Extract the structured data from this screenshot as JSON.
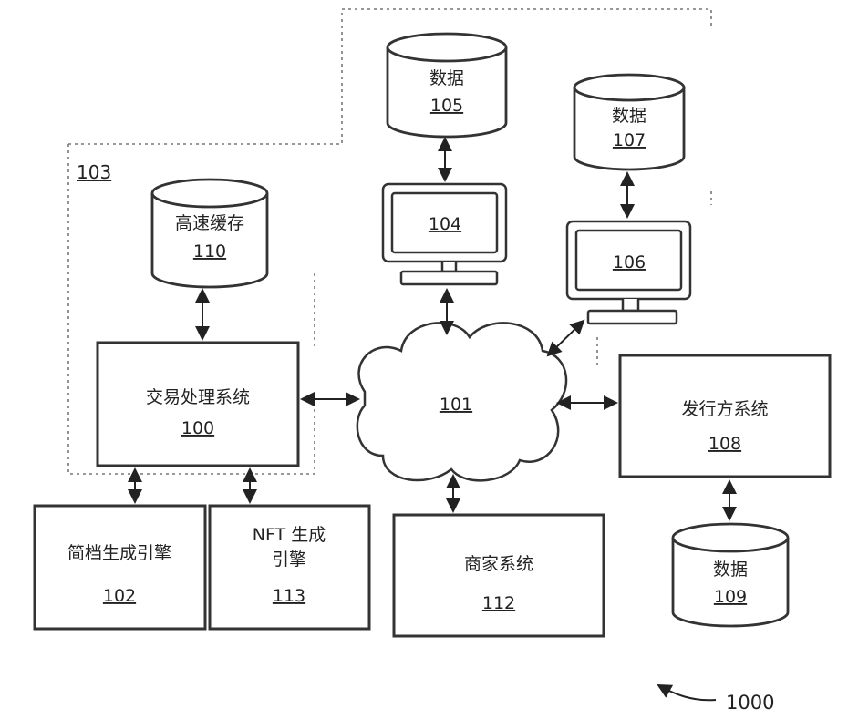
{
  "figure_id": "1000",
  "group_label": "103",
  "network": {
    "ref": "101"
  },
  "transaction_system": {
    "name": "交易处理系统",
    "ref": "100"
  },
  "cache": {
    "name": "高速缓存",
    "ref": "110"
  },
  "profile_engine": {
    "name": "简档生成引擎",
    "ref": "102"
  },
  "nft_engine": {
    "line1": "NFT 生成",
    "line2": "引擎",
    "ref": "113"
  },
  "merchant_system": {
    "name": "商家系统",
    "ref": "112"
  },
  "issuer_system": {
    "name": "发行方系统",
    "ref": "108"
  },
  "data_105": {
    "name": "数据",
    "ref": "105"
  },
  "data_107": {
    "name": "数据",
    "ref": "107"
  },
  "data_109": {
    "name": "数据",
    "ref": "109"
  },
  "computer_104": {
    "ref": "104"
  },
  "computer_106": {
    "ref": "106"
  }
}
